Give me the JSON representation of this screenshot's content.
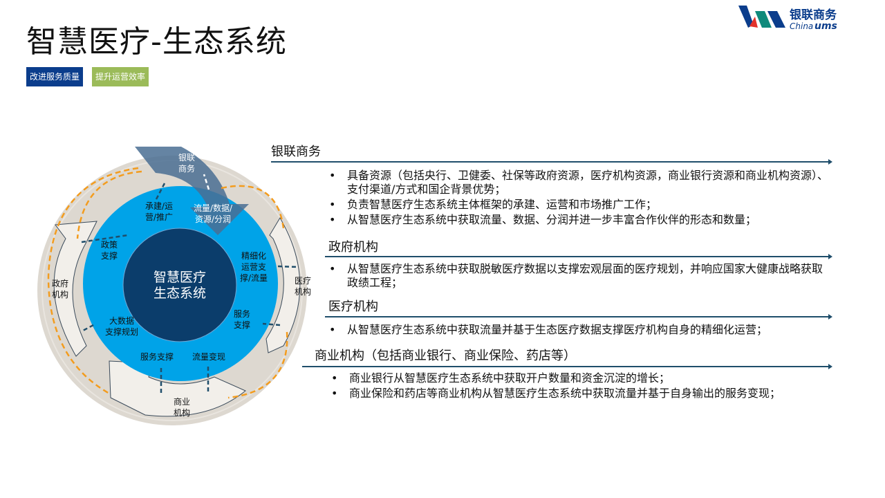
{
  "title": "智慧医疗-生态系统",
  "tags": [
    "改进服务质量",
    "提升运营效率"
  ],
  "logo": {
    "cn": "银联商务",
    "en_a": "China",
    "en_b": "ums"
  },
  "diagram": {
    "center": [
      "智慧医疗",
      "生态系统"
    ],
    "unionpay": [
      "银联",
      "商务"
    ],
    "gov": [
      "政府",
      "机构"
    ],
    "hosp": [
      "医疗",
      "机构"
    ],
    "biz": [
      "商业",
      "机构"
    ],
    "ring": {
      "build": [
        "承建/运",
        "营/推广"
      ],
      "flow": [
        "流量/数据/",
        "资源/分润"
      ],
      "policy": [
        "政策",
        "支撑"
      ],
      "refine": [
        "精细化",
        "运营支",
        "撑/流量"
      ],
      "service": [
        "服务",
        "支撑"
      ],
      "bigdata": [
        "大数据",
        "支撑规划"
      ],
      "svc_support": "服务支撑",
      "monetize": "流量变现"
    }
  },
  "sections": [
    {
      "heading": "银联商务",
      "bullets": [
        "具备资源（包括央行、卫健委、社保等政府资源，医疗机构资源，商业银行资源和商业机构资源）、支付渠道/方式和国企背景优势；",
        "负责智慧医疗生态系统主体框架的承建、运营和市场推广工作；",
        "从智慧医疗生态系统中获取流量、数据、分润并进一步丰富合作伙伴的形态和数量；"
      ]
    },
    {
      "heading": "政府机构",
      "bullets": [
        "从智慧医疗生态系统中获取脱敏医疗数据以支撑宏观层面的医疗规划，并响应国家大健康战略获取政绩工程；"
      ]
    },
    {
      "heading": "医疗机构",
      "bullets": [
        "从智慧医疗生态系统中获取流量并基于生态医疗数据支撑医疗机构自身的精细化运营；"
      ]
    },
    {
      "heading": "商业机构（包括商业银行、商业保险、药店等）",
      "bullets": [
        "商业银行从智慧医疗生态系统中获取开户数量和资金沉淀的增长；",
        "商业保险和药店等商业机构从智慧医疗生态系统中获取流量并基于自身输出的服务变现；"
      ]
    }
  ],
  "colors": {
    "navy": "#0b3d6b",
    "blue": "#00a3e8",
    "grey": "#ddd8d0",
    "orange": "#f39c1e",
    "green": "#9bbb59"
  }
}
